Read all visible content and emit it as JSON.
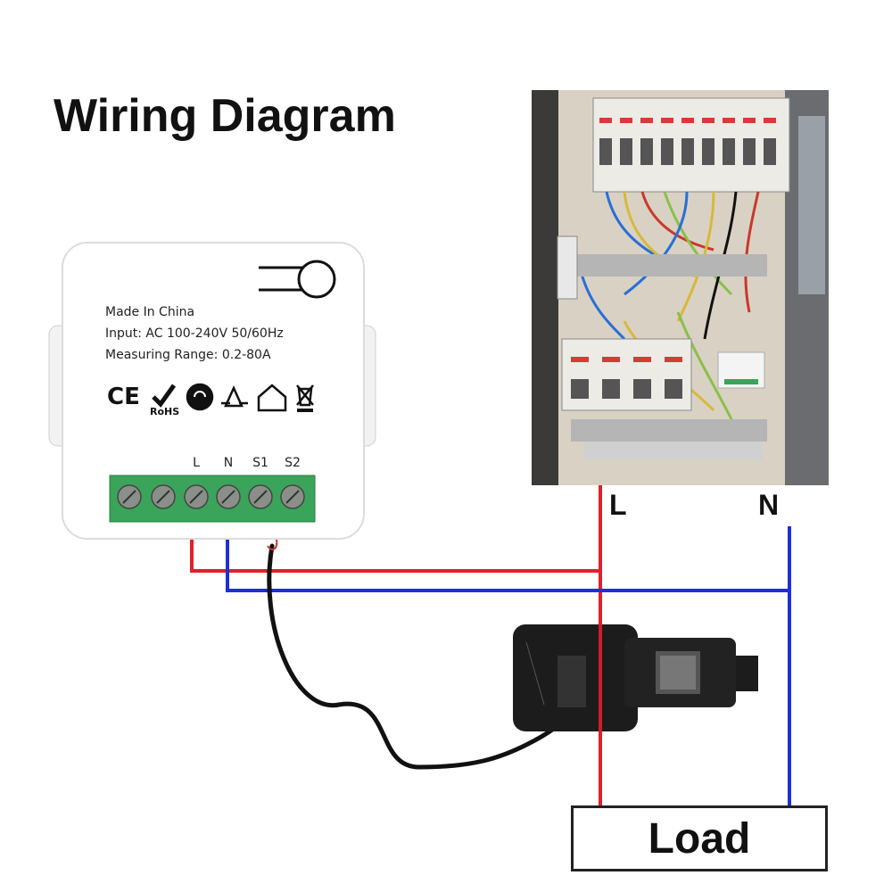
{
  "title": "Wiring Diagram",
  "module": {
    "line1": "Made In China",
    "line2": "Input: AC 100-240V 50/60Hz",
    "line3": "Measuring Range: 0.2-80A",
    "cert_ce": "CE",
    "cert_rohs": "RoHS",
    "terminals": [
      "L",
      "N",
      "S1",
      "S2"
    ]
  },
  "lines": {
    "live": "L",
    "neutral": "N"
  },
  "load": "Load",
  "colors": {
    "live": "#e0202a",
    "neutral": "#1e2fd6",
    "terminal_block": "#3aa45a",
    "sensor_cable": "#111111"
  }
}
